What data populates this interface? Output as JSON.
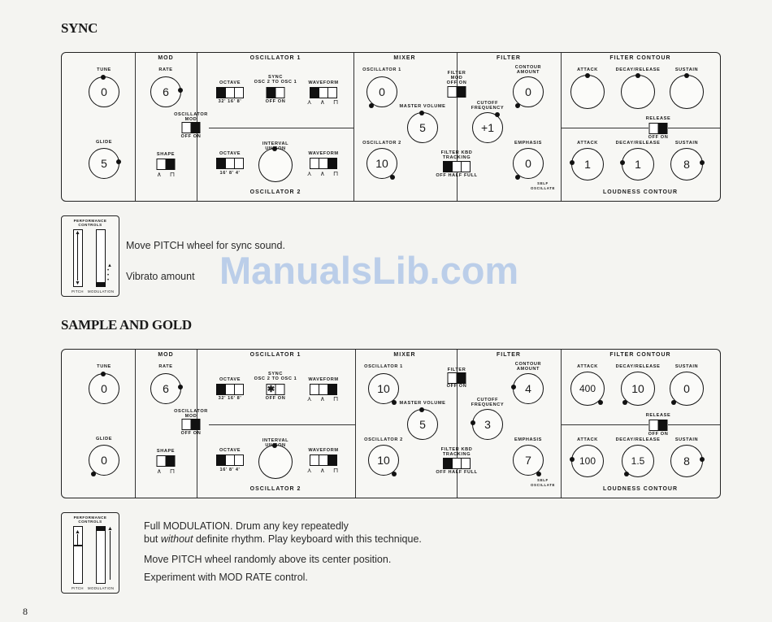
{
  "page_number": "8",
  "watermark": "ManualsLib.com",
  "patches": [
    {
      "heading": "SYNC",
      "mod": {
        "title": "MOD",
        "rate_label": "RATE",
        "rate_value": "6",
        "shape_label": "SHAPE",
        "shape_glyphs": "∧ ⊓"
      },
      "controllers": {
        "tune_label": "TUNE",
        "tune_value": "0",
        "glide_label": "GLIDE",
        "glide_value": "5"
      },
      "osc": {
        "title1": "OSCILLATOR 1",
        "title2": "OSCILLATOR 2",
        "octave_label": "OCTAVE",
        "octave1_marks": "32'  16'  8'",
        "octave2_marks": "16'  8'  4'",
        "sync_label": "SYNC\nOSC 2 TO OSC 1",
        "sync_marks": "OFF  ON",
        "sync_star": false,
        "waveform_label": "WAVEFORM",
        "wave_glyphs": "⋏ ∧ ⊓",
        "osc_mod_label": "OSCILLATOR\nMOD",
        "osc_mod_marks": "OFF  ON",
        "interval_label": "INTERVAL\nUNISON"
      },
      "mixer": {
        "title": "MIXER",
        "osc1_label": "OSCILLATOR 1",
        "osc1_value": "0",
        "osc2_label": "OSCILLATOR 2",
        "osc2_value": "10",
        "master_label": "MASTER VOLUME",
        "master_value": "5"
      },
      "filter": {
        "title": "FILTER",
        "mod_label": "FILTER\nMOD",
        "mod_marks": "OFF  ON",
        "contour_label": "CONTOUR\nAMOUNT",
        "contour_value": "0",
        "cutoff_label": "CUTOFF\nFREQUENCY",
        "cutoff_value": "+1",
        "kbd_label": "FILTER KBD\nTRACKING",
        "kbd_marks": "OFF HALF FULL",
        "emphasis_label": "EMPHASIS",
        "emphasis_value": "0",
        "self_osc_label": "SELF\nOSCILLATE"
      },
      "contours": {
        "filter_title": "FILTER CONTOUR",
        "loudness_title": "LOUDNESS CONTOUR",
        "attack_label": "ATTACK",
        "decay_label": "DECAY/RELEASE",
        "sustain_label": "SUSTAIN",
        "release_label": "RELEASE",
        "release_marks": "OFF  ON",
        "f_attack": "",
        "f_decay": "",
        "f_sustain": "",
        "l_attack": "1",
        "l_decay": "1",
        "l_sustain": "8"
      },
      "perf": {
        "title": "PERFORMANCE\nCONTROLS",
        "pitch_label": "PITCH",
        "mod_label": "MODULATION"
      },
      "instructions": [
        "Move PITCH wheel for sync sound.",
        "Vibrato amount"
      ]
    },
    {
      "heading": "SAMPLE AND GOLD",
      "mod": {
        "title": "MOD",
        "rate_label": "RATE",
        "rate_value": "6",
        "shape_label": "SHAPE",
        "shape_glyphs": "∧ ⊓"
      },
      "controllers": {
        "tune_label": "TUNE",
        "tune_value": "0",
        "glide_label": "GLIDE",
        "glide_value": "0"
      },
      "osc": {
        "title1": "OSCILLATOR 1",
        "title2": "OSCILLATOR 2",
        "octave_label": "OCTAVE",
        "octave1_marks": "32'  16'  8'",
        "octave2_marks": "16'  8'  4'",
        "sync_label": "SYNC\nOSC 2 TO OSC 1",
        "sync_marks": "OFF  ON",
        "sync_star": true,
        "waveform_label": "WAVEFORM",
        "wave_glyphs": "⋏ ∧ ⊓",
        "osc_mod_label": "OSCILLATOR\nMOD",
        "osc_mod_marks": "OFF  ON",
        "interval_label": "INTERVAL\nUNISON"
      },
      "mixer": {
        "title": "MIXER",
        "osc1_label": "OSCILLATOR 1",
        "osc1_value": "10",
        "osc2_label": "OSCILLATOR 2",
        "osc2_value": "10",
        "master_label": "MASTER VOLUME",
        "master_value": "5"
      },
      "filter": {
        "title": "FILTER",
        "mod_label": "FILTER\nMOD",
        "mod_marks": "OFF  ON",
        "contour_label": "CONTOUR\nAMOUNT",
        "contour_value": "4",
        "cutoff_label": "CUTOFF\nFREQUENCY",
        "cutoff_value": "3",
        "kbd_label": "FILTER KBD\nTRACKING",
        "kbd_marks": "OFF HALF FULL",
        "emphasis_label": "EMPHASIS",
        "emphasis_value": "7",
        "self_osc_label": "SELF\nOSCILLATE"
      },
      "contours": {
        "filter_title": "FILTER CONTOUR",
        "loudness_title": "LOUDNESS CONTOUR",
        "attack_label": "ATTACK",
        "decay_label": "DECAY/RELEASE",
        "sustain_label": "SUSTAIN",
        "release_label": "RELEASE",
        "release_marks": "OFF  ON",
        "f_attack": "400",
        "f_decay": "10",
        "f_sustain": "0",
        "l_attack": "100",
        "l_decay": "1.5",
        "l_sustain": "8"
      },
      "perf": {
        "title": "PERFORMANCE\nCONTROLS",
        "pitch_label": "PITCH",
        "mod_label": "MODULATION"
      },
      "instructions": [
        "Full MODULATION. Drum any key repeatedly",
        "but without definite rhythm. Play keyboard with this technique.",
        "Move PITCH wheel randomly above its center position.",
        "Experiment with MOD RATE control."
      ]
    }
  ]
}
